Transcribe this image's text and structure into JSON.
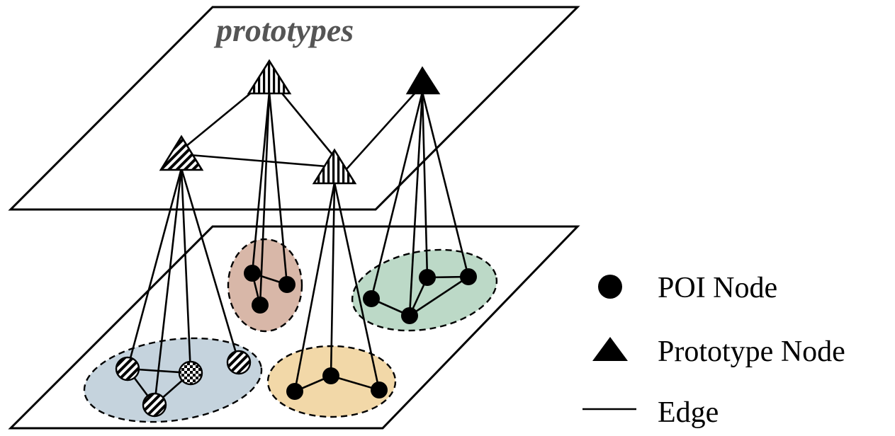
{
  "title": "prototypes",
  "legend": {
    "poi_label": "POI Node",
    "prototype_label": "Prototype Node",
    "edge_label": "Edge"
  },
  "colors": {
    "cluster_blue": "#c5d3dd",
    "cluster_red": "#d8b7a8",
    "cluster_yellow": "#f2d8a8",
    "cluster_green": "#bcd9c7",
    "title_gray": "#555555"
  }
}
